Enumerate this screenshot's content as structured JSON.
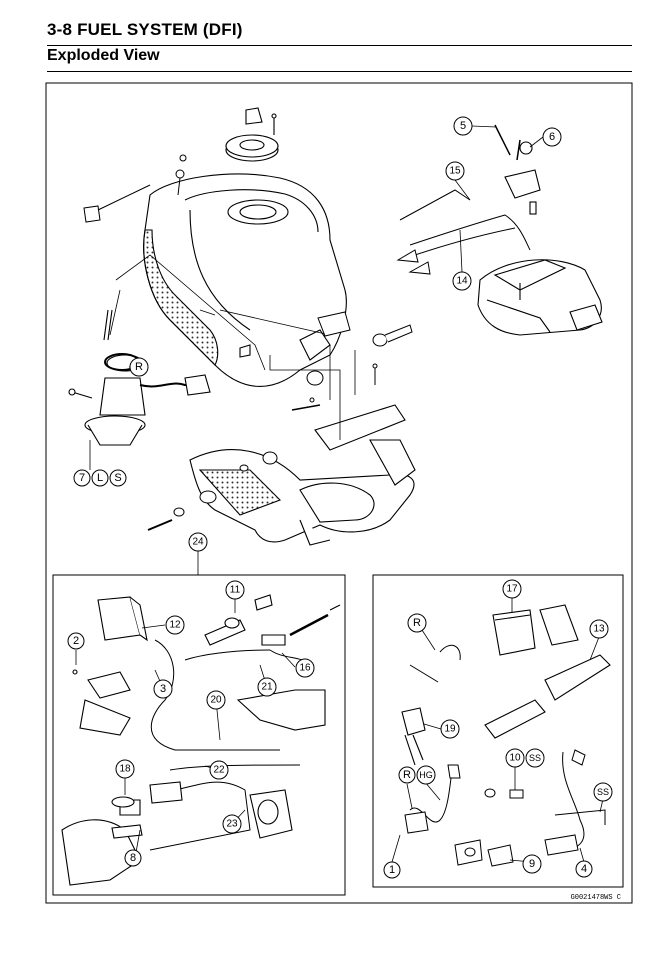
{
  "header": {
    "title": "3-8 FUEL SYSTEM (DFI)",
    "subtitle": "Exploded View"
  },
  "callouts": {
    "c1": "1",
    "c2": "2",
    "c3": "3",
    "c4": "4",
    "c5": "5",
    "c6": "6",
    "c7": "7",
    "c8": "8",
    "c9": "9",
    "c10": "10",
    "c11": "11",
    "c12": "12",
    "c13": "13",
    "c14": "14",
    "c15": "15",
    "c16": "16",
    "c17": "17",
    "c18": "18",
    "c19": "19",
    "c20": "20",
    "c21": "21",
    "c22": "22",
    "c23": "23",
    "c24": "24"
  },
  "symbols": {
    "r": "R",
    "l": "L",
    "s": "S",
    "ss": "SS",
    "hg": "HG"
  },
  "figure_code": "G0021478WS C"
}
